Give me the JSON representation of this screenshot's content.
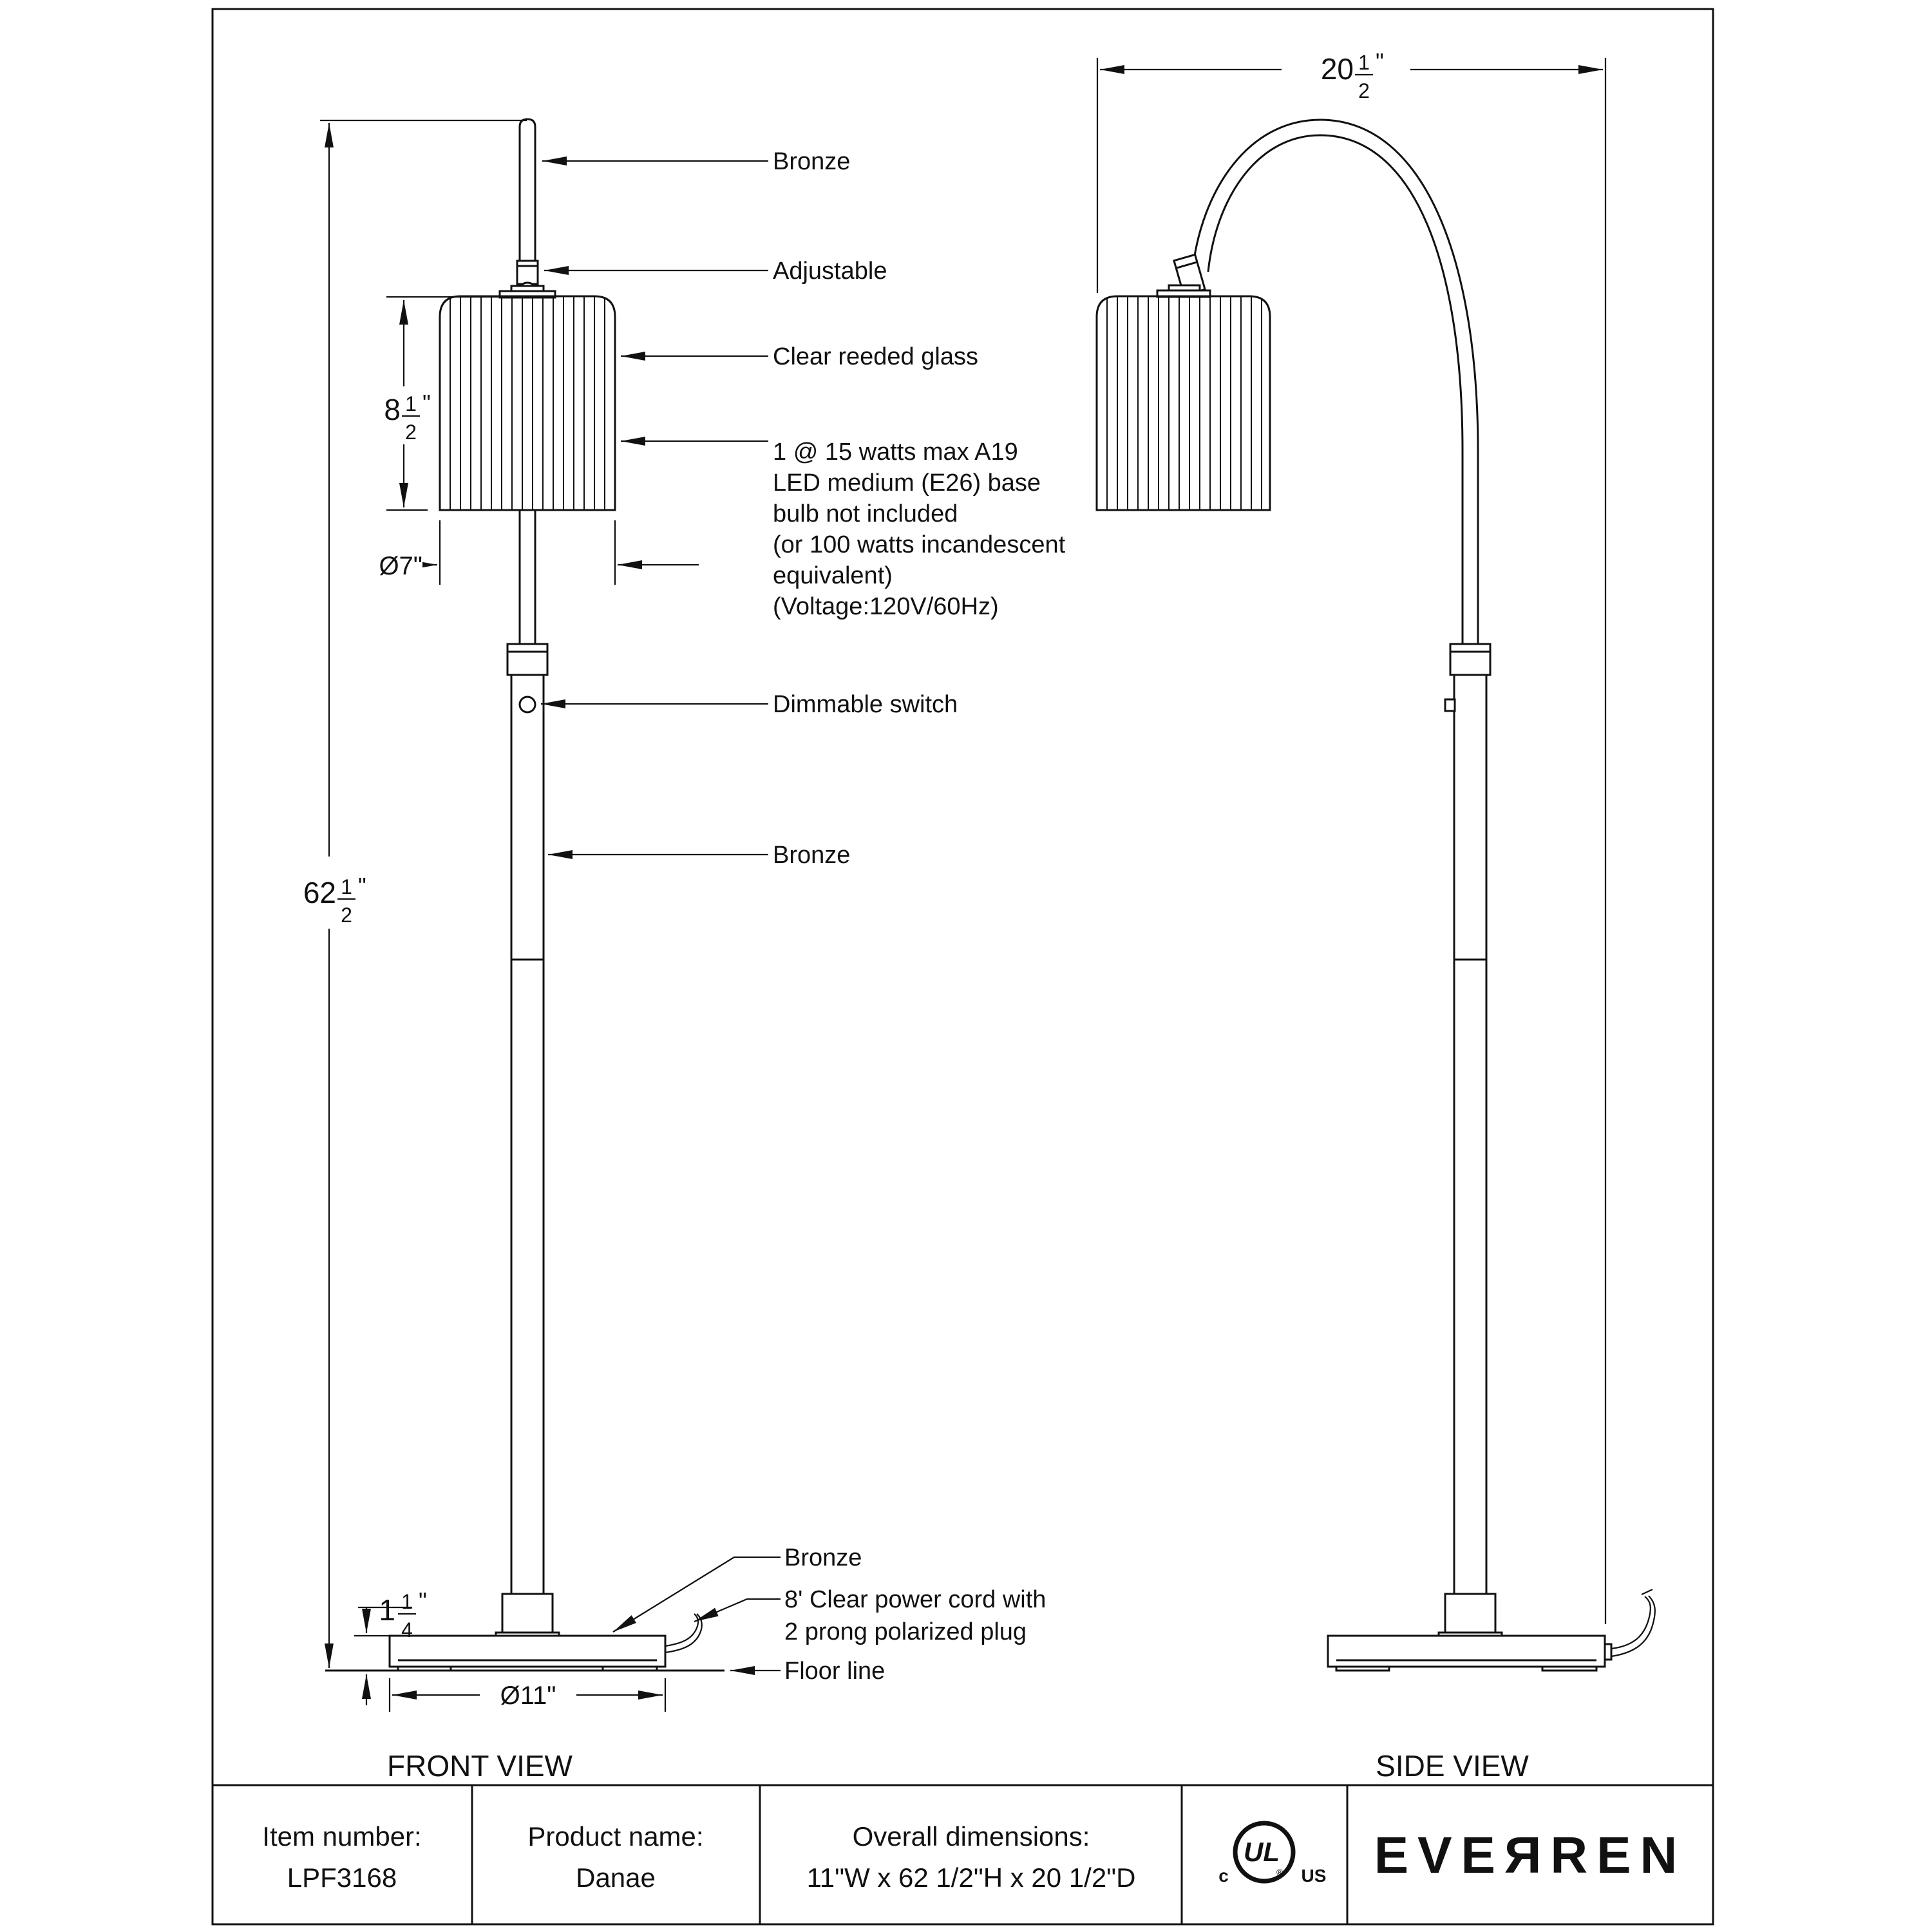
{
  "drawing": {
    "callouts": {
      "bronze_top": "Bronze",
      "adjustable": "Adjustable",
      "glass": "Clear reeded glass",
      "bulb_lines": [
        "1 @ 15 watts max A19",
        "LED medium (E26) base",
        "bulb not included",
        "(or 100 watts incandescent",
        "equivalent)",
        "(Voltage:120V/60Hz)"
      ],
      "dimmable": "Dimmable switch",
      "bronze_pole": "Bronze",
      "bronze_base": "Bronze",
      "cord_line1": "8' Clear power cord with",
      "cord_line2": "2 prong polarized plug",
      "floor": "Floor line"
    },
    "dimensions": {
      "height": {
        "whole": "62",
        "num": "1",
        "den": "2",
        "unit": "\""
      },
      "shade_height": {
        "whole": "8",
        "num": "1",
        "den": "2",
        "unit": "\""
      },
      "shade_diameter": "Ø7\"",
      "base_diameter": "Ø11\"",
      "base_height": {
        "whole": "1",
        "num": "1",
        "den": "4",
        "unit": "\""
      },
      "depth": {
        "whole": "20",
        "num": "1",
        "den": "2",
        "unit": "\""
      }
    },
    "views": {
      "front": "FRONT VIEW",
      "side": "SIDE VIEW"
    }
  },
  "title_block": {
    "item_label": "Item number:",
    "item_value": "LPF3168",
    "product_label": "Product name:",
    "product_value": "Danae",
    "dims_label": "Overall dimensions:",
    "dims_value": "11\"W x 62 1/2\"H  x 20 1/2\"D",
    "brand": "EVEЯREN",
    "ul": {
      "main": "UL",
      "c": "c",
      "us": "US",
      "r": "®"
    }
  },
  "colors": {
    "line": "#111111",
    "background": "#ffffff"
  }
}
